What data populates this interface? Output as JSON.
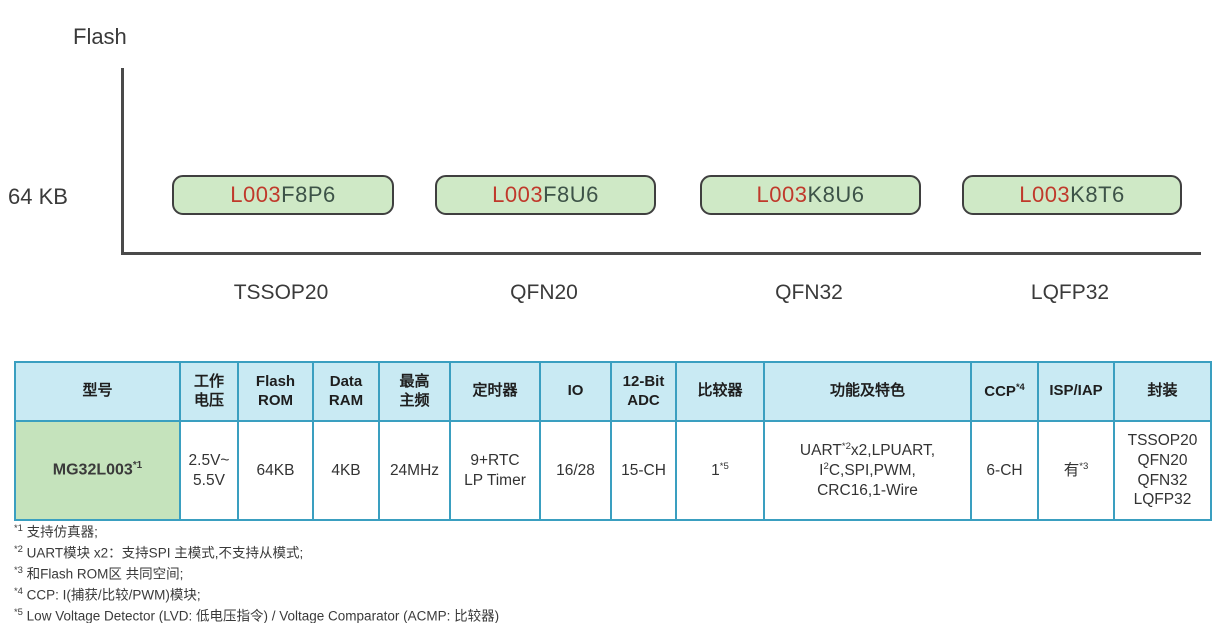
{
  "chart": {
    "axis_title": "Flash",
    "y_tick": "64 KB",
    "items": [
      {
        "name": "l003f8p6",
        "prefix": "L003",
        "suffix": "F8P6",
        "package": "TSSOP20"
      },
      {
        "name": "l003f8u6",
        "prefix": "L003",
        "suffix": "F8U6",
        "package": "QFN20"
      },
      {
        "name": "l003k8u6",
        "prefix": "L003",
        "suffix": "K8U6",
        "package": "QFN32"
      },
      {
        "name": "l003k8t6",
        "prefix": "L003",
        "suffix": "K8T6",
        "package": "LQFP32"
      }
    ]
  },
  "table": {
    "headers": [
      {
        "name": "model",
        "segs": [
          {
            "t": "型号"
          }
        ]
      },
      {
        "name": "voltage",
        "segs": [
          {
            "t": "工作"
          },
          {
            "br": true
          },
          {
            "t": "电压"
          }
        ]
      },
      {
        "name": "flash-rom",
        "segs": [
          {
            "t": "Flash"
          },
          {
            "br": true
          },
          {
            "t": "ROM"
          }
        ]
      },
      {
        "name": "data-ram",
        "segs": [
          {
            "t": "Data"
          },
          {
            "br": true
          },
          {
            "t": "RAM"
          }
        ]
      },
      {
        "name": "max-freq",
        "segs": [
          {
            "t": "最高"
          },
          {
            "br": true
          },
          {
            "t": "主频"
          }
        ]
      },
      {
        "name": "timer",
        "segs": [
          {
            "t": "定时器"
          }
        ]
      },
      {
        "name": "io",
        "segs": [
          {
            "t": "IO"
          }
        ]
      },
      {
        "name": "adc",
        "segs": [
          {
            "t": "12-Bit"
          },
          {
            "br": true
          },
          {
            "t": "ADC"
          }
        ]
      },
      {
        "name": "comparator",
        "segs": [
          {
            "t": "比较器"
          }
        ]
      },
      {
        "name": "features",
        "segs": [
          {
            "t": "功能及特色"
          }
        ]
      },
      {
        "name": "ccp",
        "segs": [
          {
            "t": "CCP"
          },
          {
            "t": "*4",
            "sup": true
          }
        ]
      },
      {
        "name": "isp-iap",
        "segs": [
          {
            "t": "ISP/IAP"
          }
        ]
      },
      {
        "name": "package",
        "segs": [
          {
            "t": "封装"
          }
        ]
      }
    ],
    "row": [
      {
        "name": "model",
        "model": true,
        "segs": [
          {
            "t": "MG32L003"
          },
          {
            "t": "*1",
            "sup": true
          }
        ]
      },
      {
        "name": "voltage",
        "segs": [
          {
            "t": "2.5V~"
          },
          {
            "br": true
          },
          {
            "t": "5.5V"
          }
        ]
      },
      {
        "name": "flash-rom",
        "segs": [
          {
            "t": "64KB"
          }
        ]
      },
      {
        "name": "data-ram",
        "segs": [
          {
            "t": "4KB"
          }
        ]
      },
      {
        "name": "max-freq",
        "segs": [
          {
            "t": "24MHz"
          }
        ]
      },
      {
        "name": "timer",
        "segs": [
          {
            "t": "9+RTC"
          },
          {
            "br": true
          },
          {
            "t": "LP Timer"
          }
        ]
      },
      {
        "name": "io",
        "segs": [
          {
            "t": "16/28"
          }
        ]
      },
      {
        "name": "adc",
        "segs": [
          {
            "t": "15-CH"
          }
        ]
      },
      {
        "name": "comparator",
        "segs": [
          {
            "t": "1"
          },
          {
            "t": "*5",
            "sup": true
          }
        ]
      },
      {
        "name": "features",
        "segs": [
          {
            "t": "UART"
          },
          {
            "t": "*2",
            "sup": true
          },
          {
            "t": "x2,LPUART,"
          },
          {
            "br": true
          },
          {
            "t": "I"
          },
          {
            "t": "2",
            "sup": true
          },
          {
            "t": "C,SPI,PWM,"
          },
          {
            "br": true
          },
          {
            "t": "CRC16,1-Wire"
          }
        ]
      },
      {
        "name": "ccp",
        "segs": [
          {
            "t": "6-CH"
          }
        ]
      },
      {
        "name": "isp-iap",
        "segs": [
          {
            "t": "有"
          },
          {
            "t": "*3",
            "sup": true
          }
        ]
      },
      {
        "name": "package",
        "segs": [
          {
            "t": "TSSOP20"
          },
          {
            "br": true
          },
          {
            "t": "QFN20"
          },
          {
            "br": true
          },
          {
            "t": "QFN32"
          },
          {
            "br": true
          },
          {
            "t": "LQFP32"
          }
        ]
      }
    ]
  },
  "footnotes": [
    {
      "sup": "*1",
      "text": "支持仿真器;"
    },
    {
      "sup": "*2",
      "text": "UART模块 x2：支持SPI 主模式,不支持从模式;"
    },
    {
      "sup": "*3",
      "text": "和Flash ROM区 共同空间;"
    },
    {
      "sup": "*4",
      "text": "CCP: I(捕获/比较/PWM)模块;"
    },
    {
      "sup": "*5",
      "text": "Low Voltage Detector (LVD: 低电压指令) / Voltage Comparator (ACMP: 比较器)"
    }
  ],
  "colors": {
    "table_border": "#3a9fc0",
    "header_bg": "#c9eaf3",
    "model_cell_bg": "#c5e3bc",
    "chip_box_bg": "#cfe9c6",
    "chip_box_border": "#3f3f3f",
    "chip_prefix_red": "#c0392b",
    "chip_suffix_dark": "#3d5348",
    "axis_line": "#4a4a4a",
    "text": "#3a3a3a"
  }
}
